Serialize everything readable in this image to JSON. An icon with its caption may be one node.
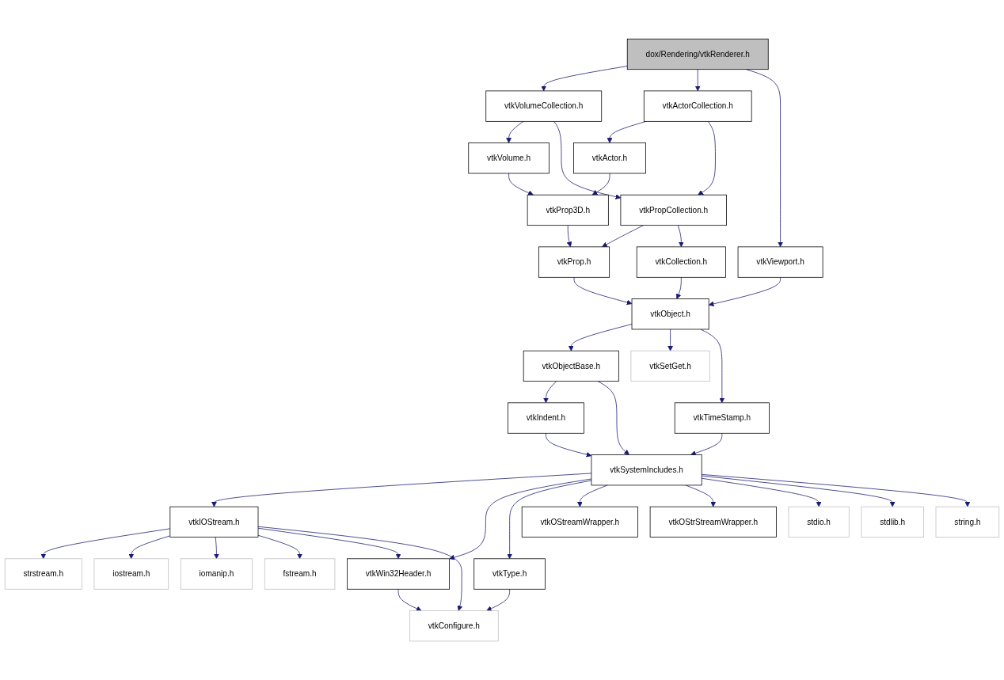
{
  "diagram": {
    "nodes": [
      {
        "text": [
          "dox/Rendering/vtkRenderer.h"
        ]
      },
      {
        "text": [
          "vtkVolumeCollection.h"
        ]
      },
      {
        "text": [
          "vtkActorCollection.h"
        ]
      },
      {
        "text": [
          "vtkVolume.h"
        ]
      },
      {
        "text": [
          "vtkActor.h"
        ]
      },
      {
        "text": [
          "vtkPropCollection.h"
        ]
      },
      {
        "text": [
          "vtkProp3D.h"
        ]
      },
      {
        "text": [
          "vtkCollection.h"
        ]
      },
      {
        "text": [
          "vtkViewport.h"
        ]
      },
      {
        "text": [
          "vtkProp.h"
        ]
      },
      {
        "text": [
          "vtkObject.h"
        ]
      },
      {
        "text": [
          "vtkObjectBase.h"
        ]
      },
      {
        "text": [
          "vtkSetGet.h"
        ]
      },
      {
        "text": [
          "vtkIndent.h"
        ]
      },
      {
        "text": [
          "vtkTimeStamp.h"
        ]
      },
      {
        "text": [
          "vtkSystemIncludes.h"
        ]
      },
      {
        "text": [
          "vtkIOStream.h"
        ]
      },
      {
        "text": [
          "vtkOStreamWrapper.h"
        ]
      },
      {
        "text": [
          "vtkOStrStreamWrapper.h"
        ]
      },
      {
        "text": [
          "stdio.h"
        ]
      },
      {
        "text": [
          "stdlib.h"
        ]
      },
      {
        "text": [
          "string.h"
        ]
      },
      {
        "text": [
          "strstream.h"
        ]
      },
      {
        "text": [
          "iostream.h"
        ]
      },
      {
        "text": [
          "iomanip.h"
        ]
      },
      {
        "text": [
          "fstream.h"
        ]
      },
      {
        "text": [
          "vtkWin32Header.h"
        ]
      },
      {
        "text": [
          "vtkType.h"
        ]
      },
      {
        "text": [
          "vtkConfigure.h"
        ]
      }
    ],
    "edges": [
      {
        "from": 0,
        "to": 1,
        "arrow": "to"
      },
      {
        "from": 0,
        "to": 2,
        "arrow": "to"
      },
      {
        "from": 0,
        "to": 8,
        "arrow": "to"
      },
      {
        "from": 1,
        "to": 3,
        "arrow": "to"
      },
      {
        "from": 1,
        "to": 5,
        "arrow": "to"
      },
      {
        "from": 2,
        "to": 4,
        "arrow": "to"
      },
      {
        "from": 2,
        "to": 5,
        "arrow": "to"
      },
      {
        "from": 3,
        "to": 6,
        "arrow": "to"
      },
      {
        "from": 4,
        "to": 6,
        "arrow": "to"
      },
      {
        "from": 5,
        "to": 9,
        "arrow": "to"
      },
      {
        "from": 5,
        "to": 7,
        "arrow": "to"
      },
      {
        "from": 6,
        "to": 9,
        "arrow": "to"
      },
      {
        "from": 7,
        "to": 10,
        "arrow": "to"
      },
      {
        "from": 8,
        "to": 10,
        "arrow": "to"
      },
      {
        "from": 9,
        "to": 10,
        "arrow": "to"
      },
      {
        "from": 10,
        "to": 11,
        "arrow": "to"
      },
      {
        "from": 10,
        "to": 12,
        "arrow": "to"
      },
      {
        "from": 10,
        "to": 14,
        "arrow": "to"
      },
      {
        "from": 11,
        "to": 13,
        "arrow": "to"
      },
      {
        "from": 11,
        "to": 15,
        "arrow": "to"
      },
      {
        "from": 13,
        "to": 15,
        "arrow": "to"
      },
      {
        "from": 14,
        "to": 15,
        "arrow": "to"
      },
      {
        "from": 15,
        "to": 16,
        "arrow": "to"
      },
      {
        "from": 15,
        "to": 26,
        "arrow": "to"
      },
      {
        "from": 15,
        "to": 27,
        "arrow": "to"
      },
      {
        "from": 15,
        "to": 17,
        "arrow": "to"
      },
      {
        "from": 15,
        "to": 18,
        "arrow": "to"
      },
      {
        "from": 15,
        "to": 19,
        "arrow": "to"
      },
      {
        "from": 15,
        "to": 20,
        "arrow": "to"
      },
      {
        "from": 15,
        "to": 21,
        "arrow": "to"
      },
      {
        "from": 16,
        "to": 22,
        "arrow": "to"
      },
      {
        "from": 16,
        "to": 23,
        "arrow": "to"
      },
      {
        "from": 16,
        "to": 24,
        "arrow": "to"
      },
      {
        "from": 16,
        "to": 25,
        "arrow": "to"
      },
      {
        "from": 16,
        "to": 26,
        "arrow": "to"
      },
      {
        "from": 16,
        "to": 28,
        "arrow": "to"
      },
      {
        "from": 26,
        "to": 28,
        "arrow": "to"
      },
      {
        "from": 27,
        "to": 28,
        "arrow": "to"
      }
    ]
  }
}
